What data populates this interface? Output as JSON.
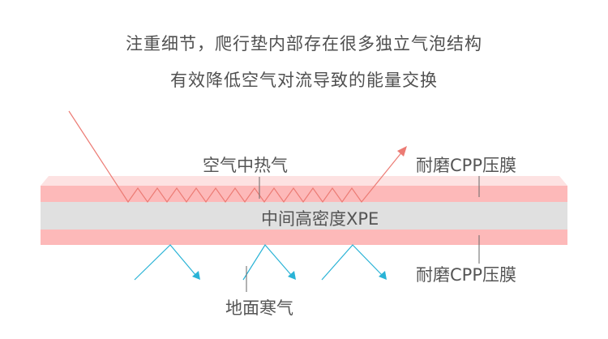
{
  "heading": {
    "line1": "注重细节，爬行垫内部存在很多独立气泡结构",
    "line2": "有效降低空气对流导致的能量交换"
  },
  "labels": {
    "hot_air": "空气中热气",
    "top_film": "耐磨CPP压膜",
    "core": "中间高密度XPE",
    "bottom_film": "耐磨CPP压膜",
    "ground_cold": "地面寒气"
  },
  "colors": {
    "film": "#fdb9b9",
    "film_top": "#fde2e2",
    "core": "#e0e0e0",
    "hot_arrow": "#ec7b74",
    "cold_arrow": "#29b3d6",
    "leader": "#666666"
  }
}
